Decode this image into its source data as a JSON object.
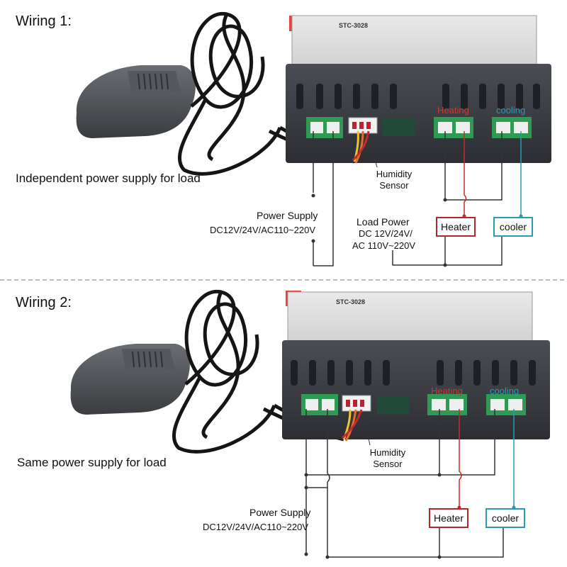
{
  "wiring1": {
    "title": "Wiring 1:",
    "caption": "Independent power supply for load",
    "power_supply": "Power Supply",
    "power_values": "DC12V/24V/AC110~220V",
    "load_power": "Load Power",
    "load_values_line1": "DC 12V/24V/",
    "load_values_line2": "AC 110V~220V",
    "sensor_line1": "Humidity",
    "sensor_line2": "Sensor",
    "heater": "Heater",
    "cooler": "cooler",
    "heating_label": "Heating",
    "cooling_label": "cooling",
    "device_label": "STC-3028"
  },
  "wiring2": {
    "title": "Wiring 2:",
    "caption": "Same power supply for load",
    "power_supply": "Power Supply",
    "power_values": "DC12V/24V/AC110~220V",
    "sensor_line1": "Humidity",
    "sensor_line2": "Sensor",
    "heater": "Heater",
    "cooler": "cooler",
    "heating_label": "Heating",
    "cooling_label": "cooling",
    "device_label": "STC-3028"
  },
  "colors": {
    "heating": "#d9342b",
    "cooling": "#2a99b3",
    "wire": "#333333",
    "device_body": "#3b3e44",
    "connector": "#2e9a54"
  }
}
